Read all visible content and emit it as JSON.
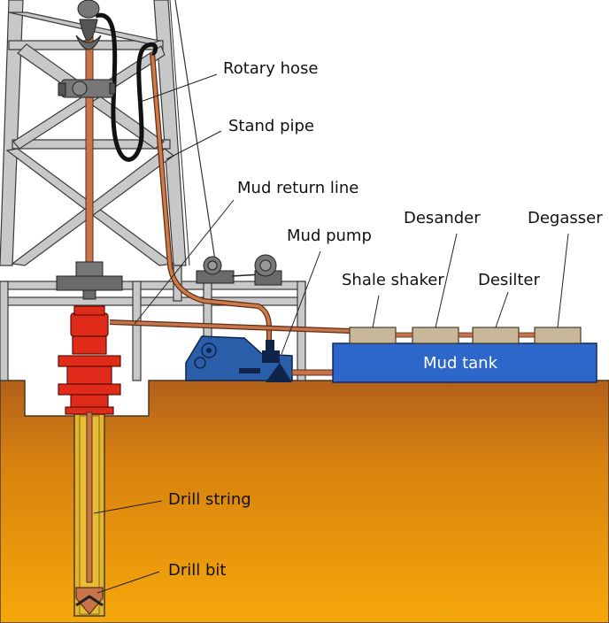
{
  "diagram": {
    "labels": {
      "rotary_hose": "Rotary hose",
      "stand_pipe": "Stand pipe",
      "mud_return_line": "Mud return line",
      "mud_pump": "Mud pump",
      "desander": "Desander",
      "degasser": "Degasser",
      "shale_shaker": "Shale shaker",
      "desilter": "Desilter",
      "mud_tank": "Mud tank",
      "drill_string": "Drill string",
      "drill_bit": "Drill bit"
    },
    "colors": {
      "ground_top": "#b5611a",
      "ground_bottom": "#f4a60a",
      "derrick": "#c8c8c8",
      "pipe": "#c8744a",
      "hose": "#1a1a1a",
      "blowout_preventer": "#e02a1a",
      "mud_tank": "#2c67c9",
      "mud_pump": "#2a5ea8",
      "separator_units": "#c9b79a",
      "wellbore": "#e3b52a"
    }
  }
}
